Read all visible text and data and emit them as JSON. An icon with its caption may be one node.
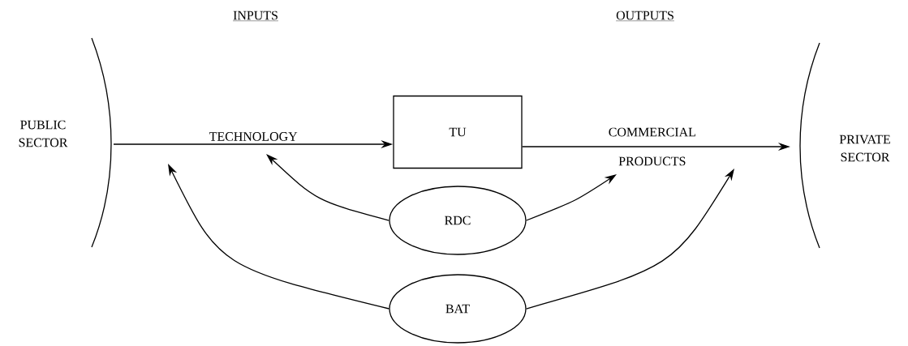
{
  "diagram": {
    "nodes": [
      {
        "text": [
          "PUBLIC SECTOR"
        ]
      },
      {
        "text": [
          "TU"
        ]
      },
      {
        "text": [
          "PRIVATE SECTOR"
        ]
      },
      {
        "text": [
          "RDC"
        ]
      },
      {
        "text": [
          "BAT"
        ]
      }
    ],
    "edges": [
      {
        "from": 0,
        "to": 1,
        "arrow": "to",
        "label": "TECHNOLOGY"
      },
      {
        "from": 1,
        "to": 2,
        "arrow": "to",
        "label": "COMMERCIAL PRODUCTS"
      },
      {
        "from": 3,
        "to": null,
        "arrow": "to"
      },
      {
        "from": 3,
        "to": null,
        "arrow": "to"
      },
      {
        "from": 4,
        "to": null,
        "arrow": "to"
      },
      {
        "from": 4,
        "to": null,
        "arrow": "to"
      }
    ],
    "labels": [
      "INPUTS",
      "OUTPUTS"
    ]
  }
}
